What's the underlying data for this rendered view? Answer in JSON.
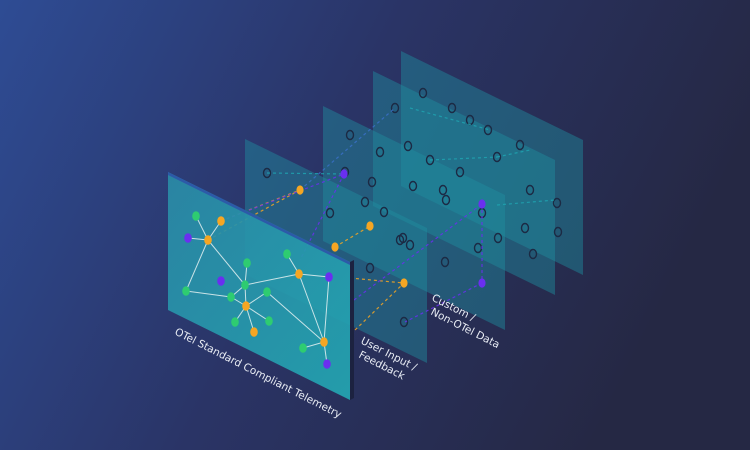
{
  "labels": {
    "front_layer": "OTel Standard Compliant Telemetry",
    "user_input_line1": "User Input /",
    "user_input_line2": "Feedback",
    "custom_line1": "Custom /",
    "custom_line2": "Non-OTel Data"
  },
  "colors": {
    "background_left": "#2e4a92",
    "background_right": "#262a48",
    "panel": "#1fa3b0",
    "node_green": "#2ecc71",
    "node_orange": "#f5a623",
    "node_purple": "#6a2ff0",
    "ring": "#1c2a44"
  }
}
